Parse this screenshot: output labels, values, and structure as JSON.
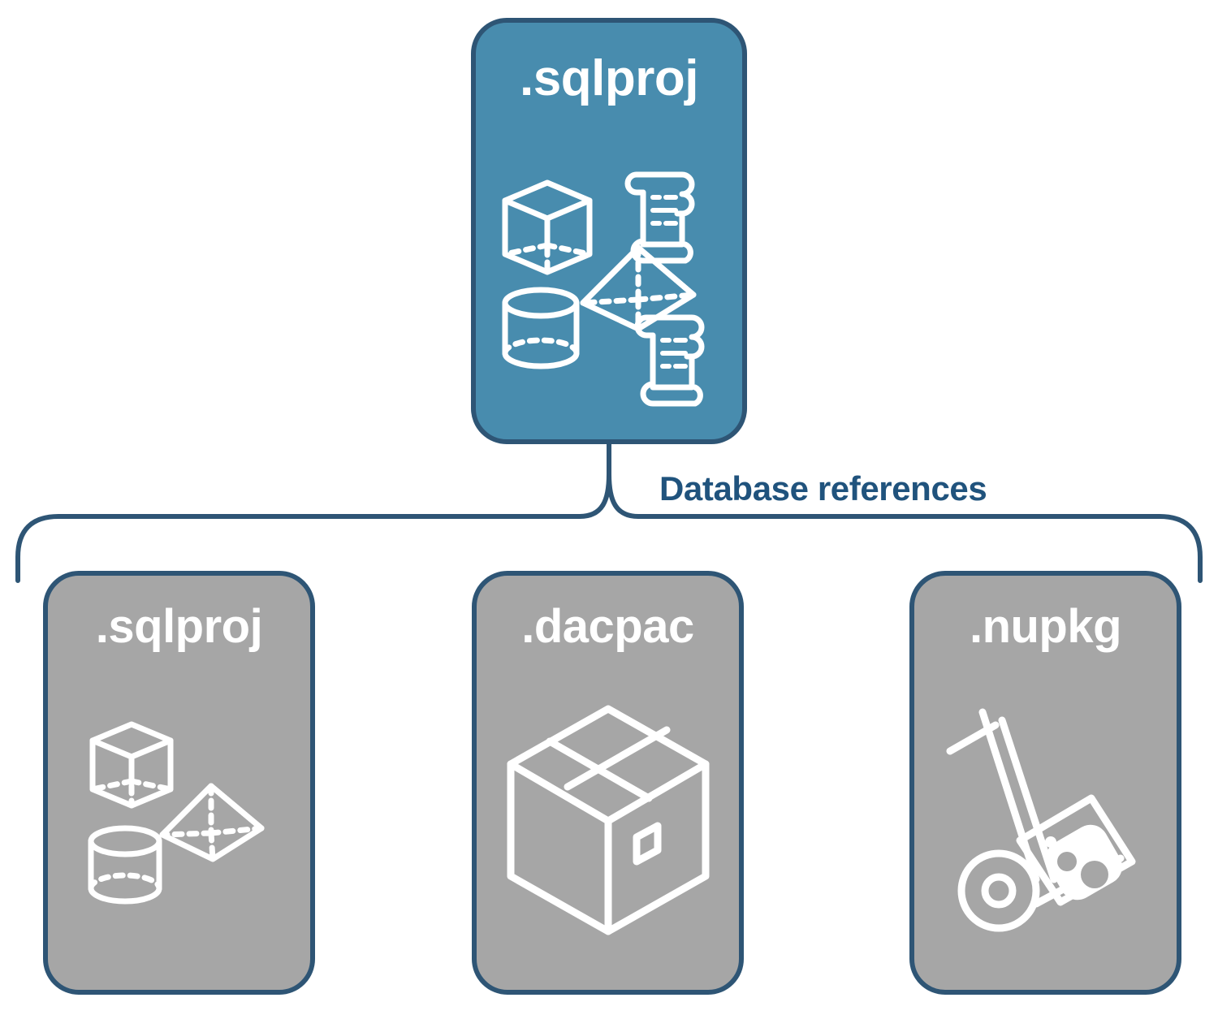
{
  "diagram": {
    "title": "SQL database project database references",
    "background_color": "#FFFFFF",
    "colors": {
      "primary_fill": "#488CAE",
      "secondary_fill": "#A6A6A6",
      "outline": "#2E5575",
      "icon_stroke": "#FFFFFF",
      "caption_text": "#20537D"
    }
  },
  "root": {
    "label": ".sqlproj",
    "style": "primary",
    "icons": [
      {
        "name": "scroll-script-icon",
        "position": "top-right"
      },
      {
        "name": "wireframe-cube-icon",
        "position": "top-left"
      },
      {
        "name": "wireframe-pyramid-icon",
        "position": "middle-right"
      },
      {
        "name": "wireframe-cylinder-icon",
        "position": "bottom-left"
      },
      {
        "name": "scroll-script-icon",
        "position": "bottom-right"
      }
    ]
  },
  "connector": {
    "type": "curly-brace-bracket",
    "caption": "Database references",
    "orientation": "top-center-to-three-children"
  },
  "children": [
    {
      "label": ".sqlproj",
      "style": "secondary",
      "icons": [
        {
          "name": "wireframe-cube-icon",
          "position": "top-left"
        },
        {
          "name": "wireframe-pyramid-icon",
          "position": "right"
        },
        {
          "name": "wireframe-cylinder-icon",
          "position": "bottom-left"
        }
      ]
    },
    {
      "label": ".dacpac",
      "style": "secondary",
      "icons": [
        {
          "name": "shipping-package-box-icon",
          "position": "center"
        }
      ]
    },
    {
      "label": ".nupkg",
      "style": "secondary",
      "icons": [
        {
          "name": "hand-truck-dolly-package-icon",
          "position": "center"
        }
      ]
    }
  ]
}
